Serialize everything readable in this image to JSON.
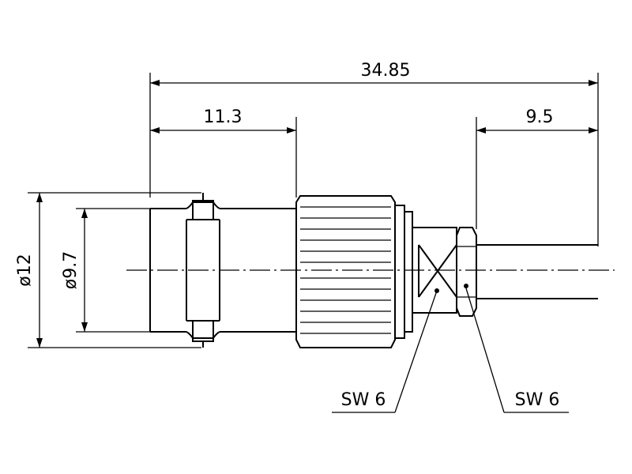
{
  "drawing": {
    "dimensions": {
      "overall_length": "34.85",
      "body_length": "11.3",
      "cable_length": "9.5",
      "outer_diameter": "ø12",
      "inner_diameter": "ø9.7"
    },
    "callouts": {
      "wrench_left": "SW 6",
      "wrench_right": "SW 6"
    }
  }
}
